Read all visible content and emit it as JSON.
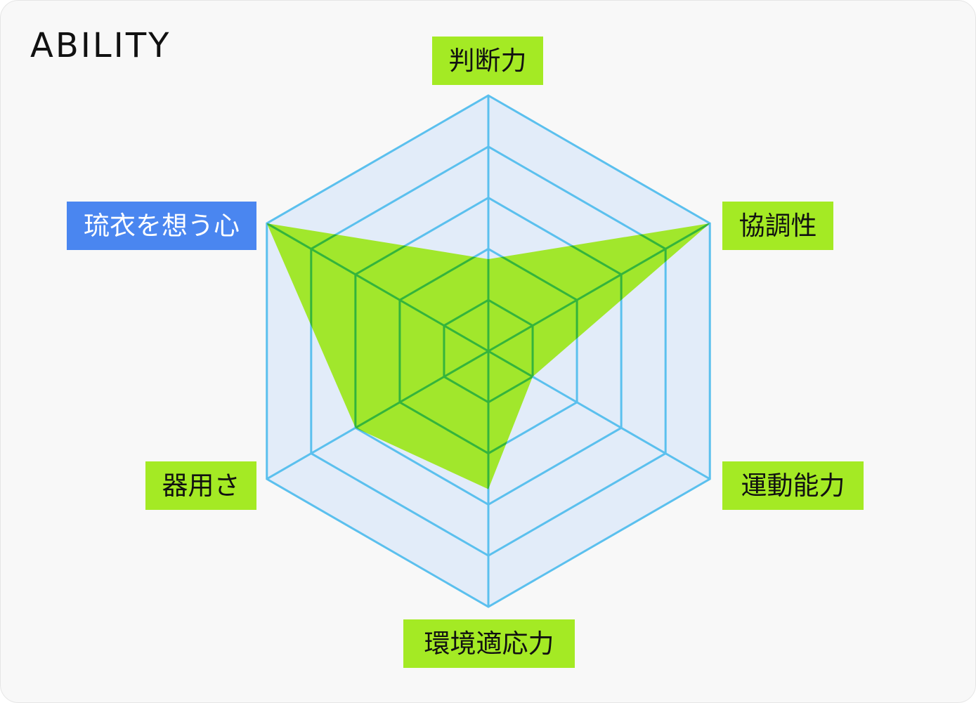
{
  "title": "ABILITY",
  "colors": {
    "background": "#f8f8f8",
    "grid_line": "#5bc0ee",
    "grid_fill": "#e2ecf9",
    "area_fill": "#9be61a",
    "area_stroke": "#34b43c",
    "label_bg": "#a4ea24",
    "label_highlight_bg": "#4a86f0"
  },
  "chart_data": {
    "type": "radar",
    "title": "ABILITY",
    "axes": [
      "判断力",
      "協調性",
      "運動能力",
      "環境適応力",
      "器用さ",
      "琉衣を想う心"
    ],
    "highlighted_axis": "琉衣を想う心",
    "scale_levels": 5,
    "range": [
      0,
      5
    ],
    "series": [
      {
        "values": [
          1.8,
          5,
          1,
          2.7,
          3,
          5
        ]
      }
    ]
  }
}
